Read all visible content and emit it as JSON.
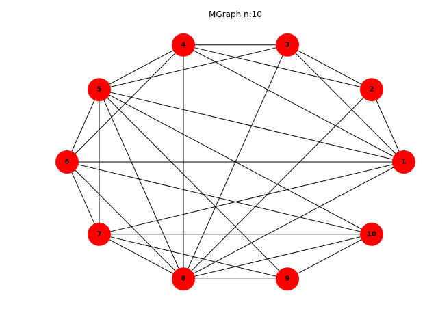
{
  "figure": {
    "title": "MGraph n:10"
  },
  "graph": {
    "node_color": "#ff0000",
    "edge_color": "#000000",
    "layout": "circular",
    "nodes": [
      "1",
      "2",
      "3",
      "4",
      "5",
      "6",
      "7",
      "8",
      "9",
      "10"
    ],
    "edges": [
      [
        "1",
        "2"
      ],
      [
        "1",
        "3"
      ],
      [
        "1",
        "4"
      ],
      [
        "1",
        "5"
      ],
      [
        "1",
        "6"
      ],
      [
        "1",
        "7"
      ],
      [
        "1",
        "8"
      ],
      [
        "2",
        "3"
      ],
      [
        "2",
        "4"
      ],
      [
        "2",
        "8"
      ],
      [
        "3",
        "4"
      ],
      [
        "3",
        "5"
      ],
      [
        "3",
        "8"
      ],
      [
        "4",
        "5"
      ],
      [
        "4",
        "6"
      ],
      [
        "4",
        "8"
      ],
      [
        "5",
        "6"
      ],
      [
        "5",
        "7"
      ],
      [
        "5",
        "8"
      ],
      [
        "5",
        "9"
      ],
      [
        "5",
        "10"
      ],
      [
        "6",
        "7"
      ],
      [
        "6",
        "8"
      ],
      [
        "6",
        "10"
      ],
      [
        "7",
        "8"
      ],
      [
        "7",
        "9"
      ],
      [
        "7",
        "10"
      ],
      [
        "8",
        "9"
      ],
      [
        "8",
        "10"
      ],
      [
        "9",
        "10"
      ]
    ]
  }
}
